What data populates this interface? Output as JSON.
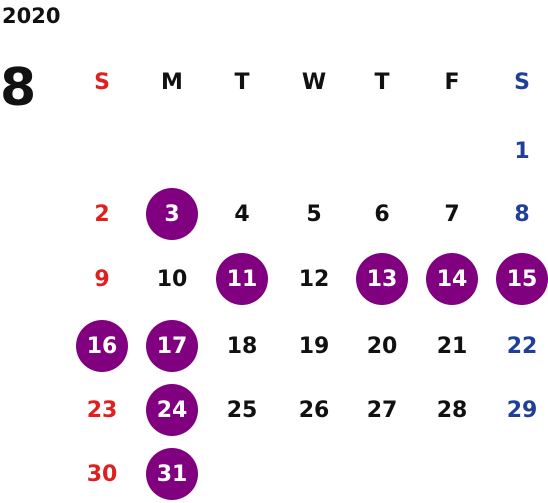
{
  "year": "2020",
  "month": "8",
  "weekday_headers": [
    "S",
    "M",
    "T",
    "W",
    "T",
    "F",
    "S"
  ],
  "colors": {
    "sunday": "#e02020",
    "saturday": "#1f3f99",
    "weekday": "#111111",
    "highlight": "#800080"
  },
  "weeks": [
    [
      null,
      null,
      null,
      null,
      null,
      null,
      {
        "d": "1"
      }
    ],
    [
      {
        "d": "2"
      },
      {
        "d": "3",
        "hl": true
      },
      {
        "d": "4"
      },
      {
        "d": "5"
      },
      {
        "d": "6"
      },
      {
        "d": "7"
      },
      {
        "d": "8"
      }
    ],
    [
      {
        "d": "9"
      },
      {
        "d": "10"
      },
      {
        "d": "11",
        "hl": true
      },
      {
        "d": "12"
      },
      {
        "d": "13",
        "hl": true
      },
      {
        "d": "14",
        "hl": true
      },
      {
        "d": "15",
        "hl": true
      }
    ],
    [
      {
        "d": "16",
        "hl": true
      },
      {
        "d": "17",
        "hl": true
      },
      {
        "d": "18"
      },
      {
        "d": "19"
      },
      {
        "d": "20"
      },
      {
        "d": "21"
      },
      {
        "d": "22"
      }
    ],
    [
      {
        "d": "23"
      },
      {
        "d": "24",
        "hl": true
      },
      {
        "d": "25"
      },
      {
        "d": "26"
      },
      {
        "d": "27"
      },
      {
        "d": "28"
      },
      {
        "d": "29"
      }
    ],
    [
      {
        "d": "30"
      },
      {
        "d": "31",
        "hl": true
      },
      null,
      null,
      null,
      null,
      null
    ]
  ]
}
